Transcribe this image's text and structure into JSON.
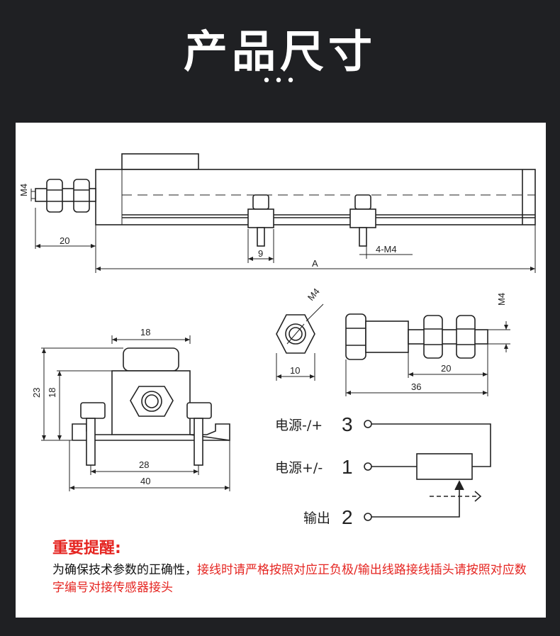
{
  "header": {
    "title": "产品尺寸",
    "dots": "•••"
  },
  "side_view": {
    "dim_thread": "M4",
    "dim_rod": "20",
    "dim_slot": "9",
    "dim_mount": "4-M4",
    "dim_length": "A"
  },
  "end_view": {
    "dim_width_top": "18",
    "dim_height_outer": "23",
    "dim_height_inner": "18",
    "dim_inner": "28",
    "dim_outer": "40"
  },
  "hex_view": {
    "dim_thread": "M4",
    "dim_width": "10"
  },
  "rod_view": {
    "dim_thread": "M4",
    "dim_thread_len": "20",
    "dim_total": "36"
  },
  "wiring": {
    "rows": [
      {
        "label": "电源-/+",
        "num": "3"
      },
      {
        "label": "电源+/-",
        "num": "1"
      },
      {
        "label": "输出",
        "num": "2"
      }
    ]
  },
  "notice": {
    "title": "重要提醒:",
    "text_black": "为确保技术参数的正确性，",
    "text_red": "接线时请严格按照对应正负极/输出线路接线插头请按照对应数字编号对接传感器接头"
  },
  "colors": {
    "background": "#1f2023",
    "panel": "#ffffff",
    "accent_red": "#e52521"
  }
}
